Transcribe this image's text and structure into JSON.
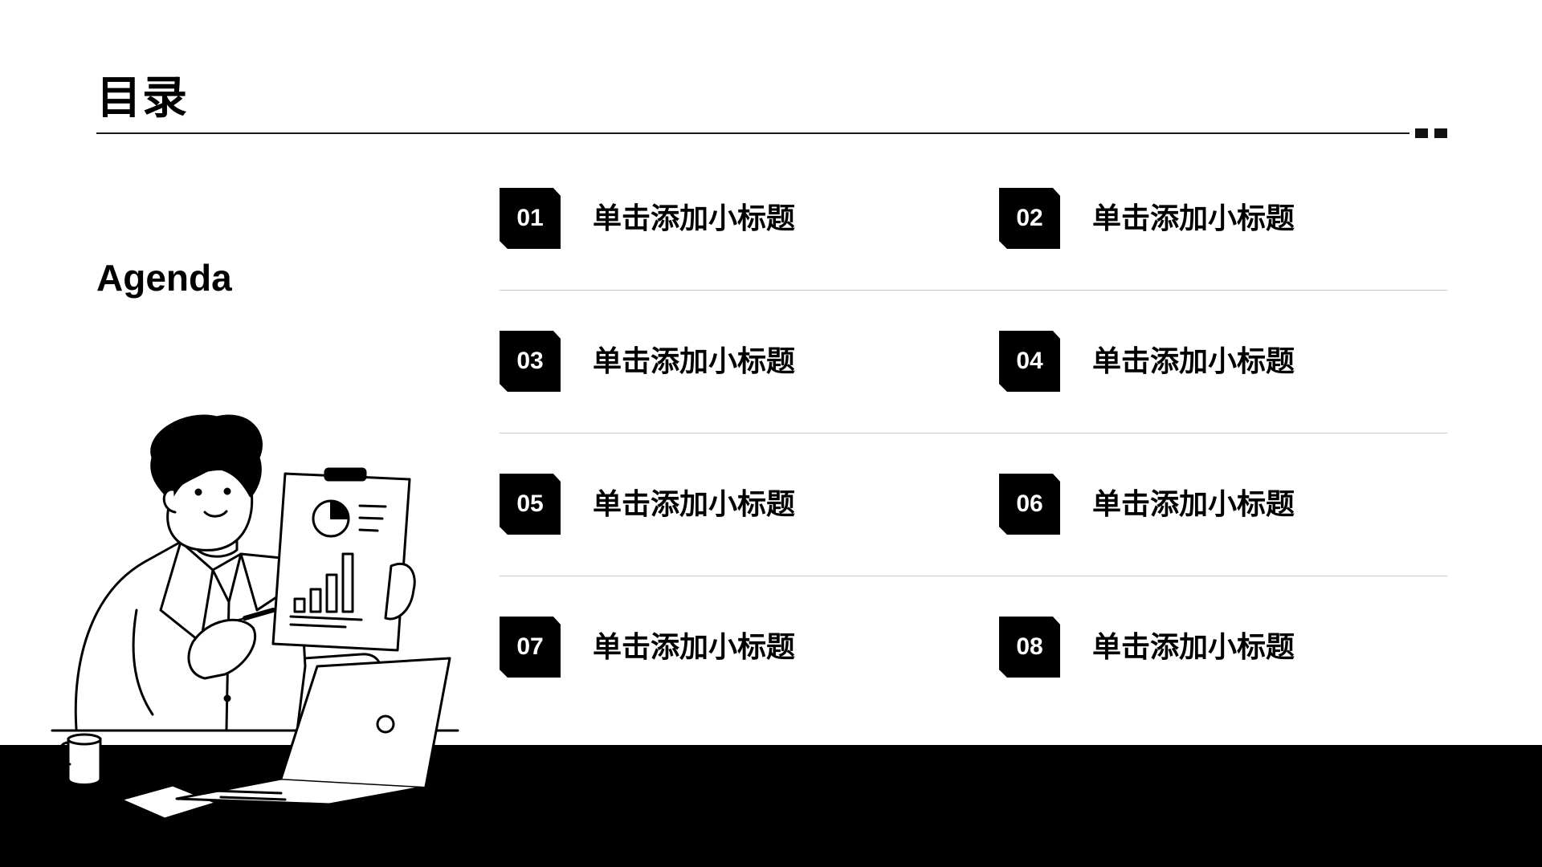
{
  "slide": {
    "title": "目录",
    "subtitle": "Agenda"
  },
  "agenda": {
    "items": [
      {
        "number": "01",
        "label": "单击添加小标题"
      },
      {
        "number": "02",
        "label": "单击添加小标题"
      },
      {
        "number": "03",
        "label": "单击添加小标题"
      },
      {
        "number": "04",
        "label": "单击添加小标题"
      },
      {
        "number": "05",
        "label": "单击添加小标题"
      },
      {
        "number": "06",
        "label": "单击添加小标题"
      },
      {
        "number": "07",
        "label": "单击添加小标题"
      },
      {
        "number": "08",
        "label": "单击添加小标题"
      }
    ]
  },
  "illustration": {
    "icon": "businessman-presenting-chart-icon"
  },
  "colors": {
    "background": "#ffffff",
    "accent": "#000000",
    "divider": "#c8c8c8"
  }
}
